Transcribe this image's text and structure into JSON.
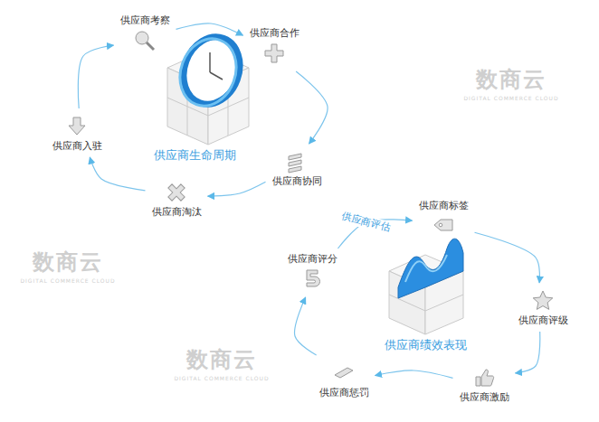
{
  "diagram": {
    "nodes": [
      {
        "text": [
          "供应商考察"
        ]
      },
      {
        "text": [
          "供应商合作"
        ]
      },
      {
        "text": [
          "供应商生命周期"
        ]
      },
      {
        "text": [
          "供应商入驻"
        ]
      },
      {
        "text": [
          "供应商协同"
        ]
      },
      {
        "text": [
          "供应商淘汰"
        ]
      },
      {
        "text": [
          "供应商标签"
        ]
      },
      {
        "text": [
          "供应商评分"
        ]
      },
      {
        "text": [
          "供应商评级"
        ]
      },
      {
        "text": [
          "供应商绩效表现"
        ]
      },
      {
        "text": [
          "供应商惩罚"
        ]
      },
      {
        "text": [
          "供应商激励"
        ]
      }
    ],
    "edges": [
      {
        "from": 0,
        "to": 1,
        "arrow": "to"
      },
      {
        "from": 1,
        "to": 4,
        "arrow": "to"
      },
      {
        "from": 4,
        "to": 5,
        "arrow": "to"
      },
      {
        "from": 5,
        "to": 3,
        "arrow": "to"
      },
      {
        "from": 3,
        "to": 0,
        "arrow": "to"
      },
      {
        "from": 7,
        "to": 6,
        "label": "供应商评估",
        "arrow": "to"
      },
      {
        "from": 6,
        "to": 8,
        "arrow": "to"
      },
      {
        "from": 8,
        "to": 11,
        "arrow": "to"
      },
      {
        "from": 11,
        "to": 10,
        "arrow": "to"
      },
      {
        "from": 10,
        "to": 7,
        "arrow": "to"
      }
    ],
    "labels": [
      "数商云",
      "DIGITAL COMMERCE CLOUD",
      "数商云",
      "DIGITAL COMMERCE CLOUD",
      "数商云",
      "DIGITAL COMMERCE CLOUD"
    ]
  }
}
